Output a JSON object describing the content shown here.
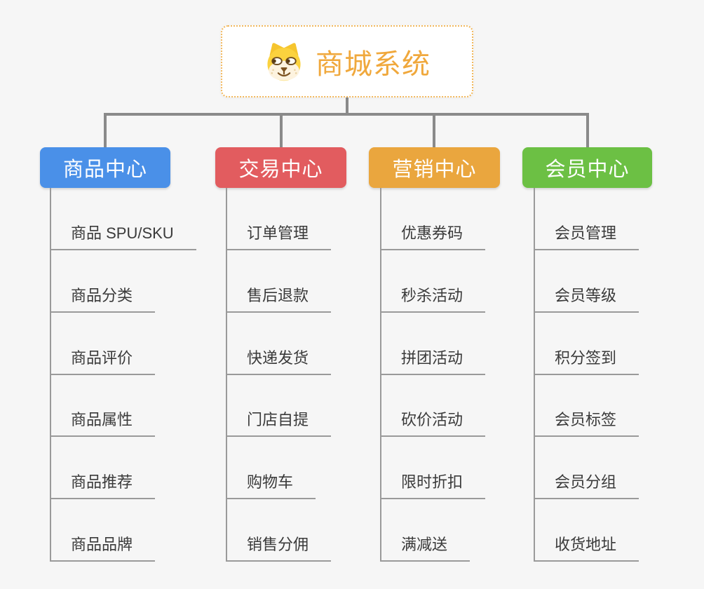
{
  "root": {
    "title": "商城系统",
    "icon": "dog-face-icon",
    "accent_color": "#f0a83c",
    "border_color": "#f2b85c"
  },
  "branches": [
    {
      "label": "商品中心",
      "color": "#4a90e8",
      "items": [
        "商品 SPU/SKU",
        "商品分类",
        "商品评价",
        "商品属性",
        "商品推荐",
        "商品品牌"
      ]
    },
    {
      "label": "交易中心",
      "color": "#e25c5f",
      "items": [
        "订单管理",
        "售后退款",
        "快递发货",
        "门店自提",
        "购物车",
        "销售分佣"
      ]
    },
    {
      "label": "营销中心",
      "color": "#eaa63e",
      "items": [
        "优惠券码",
        "秒杀活动",
        "拼团活动",
        "砍价活动",
        "限时折扣",
        "满减送"
      ]
    },
    {
      "label": "会员中心",
      "color": "#6cc044",
      "items": [
        "会员管理",
        "会员等级",
        "积分签到",
        "会员标签",
        "会员分组",
        "收货地址"
      ]
    }
  ]
}
